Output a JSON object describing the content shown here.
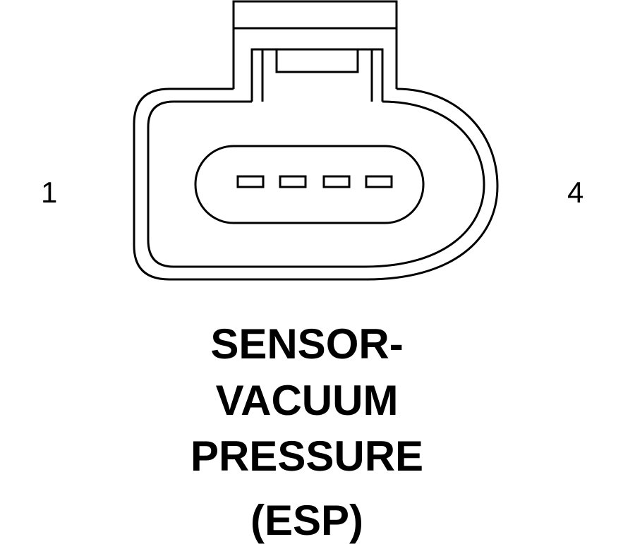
{
  "pin_labels": {
    "first": "1",
    "last": "4"
  },
  "caption": {
    "line1": "SENSOR-",
    "line2": "VACUUM",
    "line3": "PRESSURE",
    "line4": "(ESP)"
  },
  "connector": {
    "terminal_count": 4,
    "stroke_color": "#000000",
    "fill_color": "#ffffff"
  }
}
